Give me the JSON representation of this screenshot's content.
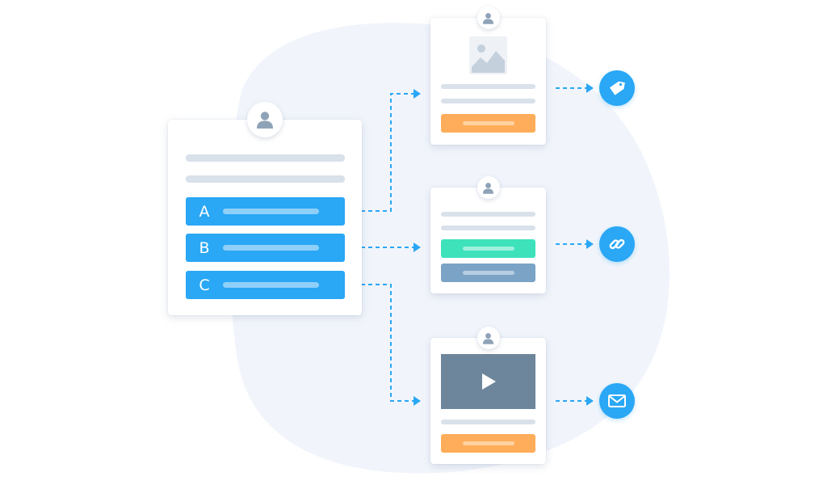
{
  "colors": {
    "accent": "#2aa7f5",
    "accent_light": "#8fd0fa",
    "placeholder_line": "#d9e1ea",
    "cta_orange": "#ffad5a",
    "cta_green": "#3de2bb",
    "cta_slate": "#7ba3c6",
    "video": "#6d869b",
    "avatar_figure": "#8fa3b8",
    "background_blob": "#f1f5fb"
  },
  "source_card": {
    "options": [
      {
        "letter": "A"
      },
      {
        "letter": "B"
      },
      {
        "letter": "C"
      }
    ]
  },
  "outcomes": [
    {
      "content": "image-placeholder",
      "cta_color": "orange",
      "action_icon": "tag-icon"
    },
    {
      "content": "text-lines",
      "cta_colors": [
        "green",
        "slate"
      ],
      "action_icon": "link-icon"
    },
    {
      "content": "video-placeholder",
      "cta_color": "orange",
      "action_icon": "envelope-icon"
    }
  ]
}
